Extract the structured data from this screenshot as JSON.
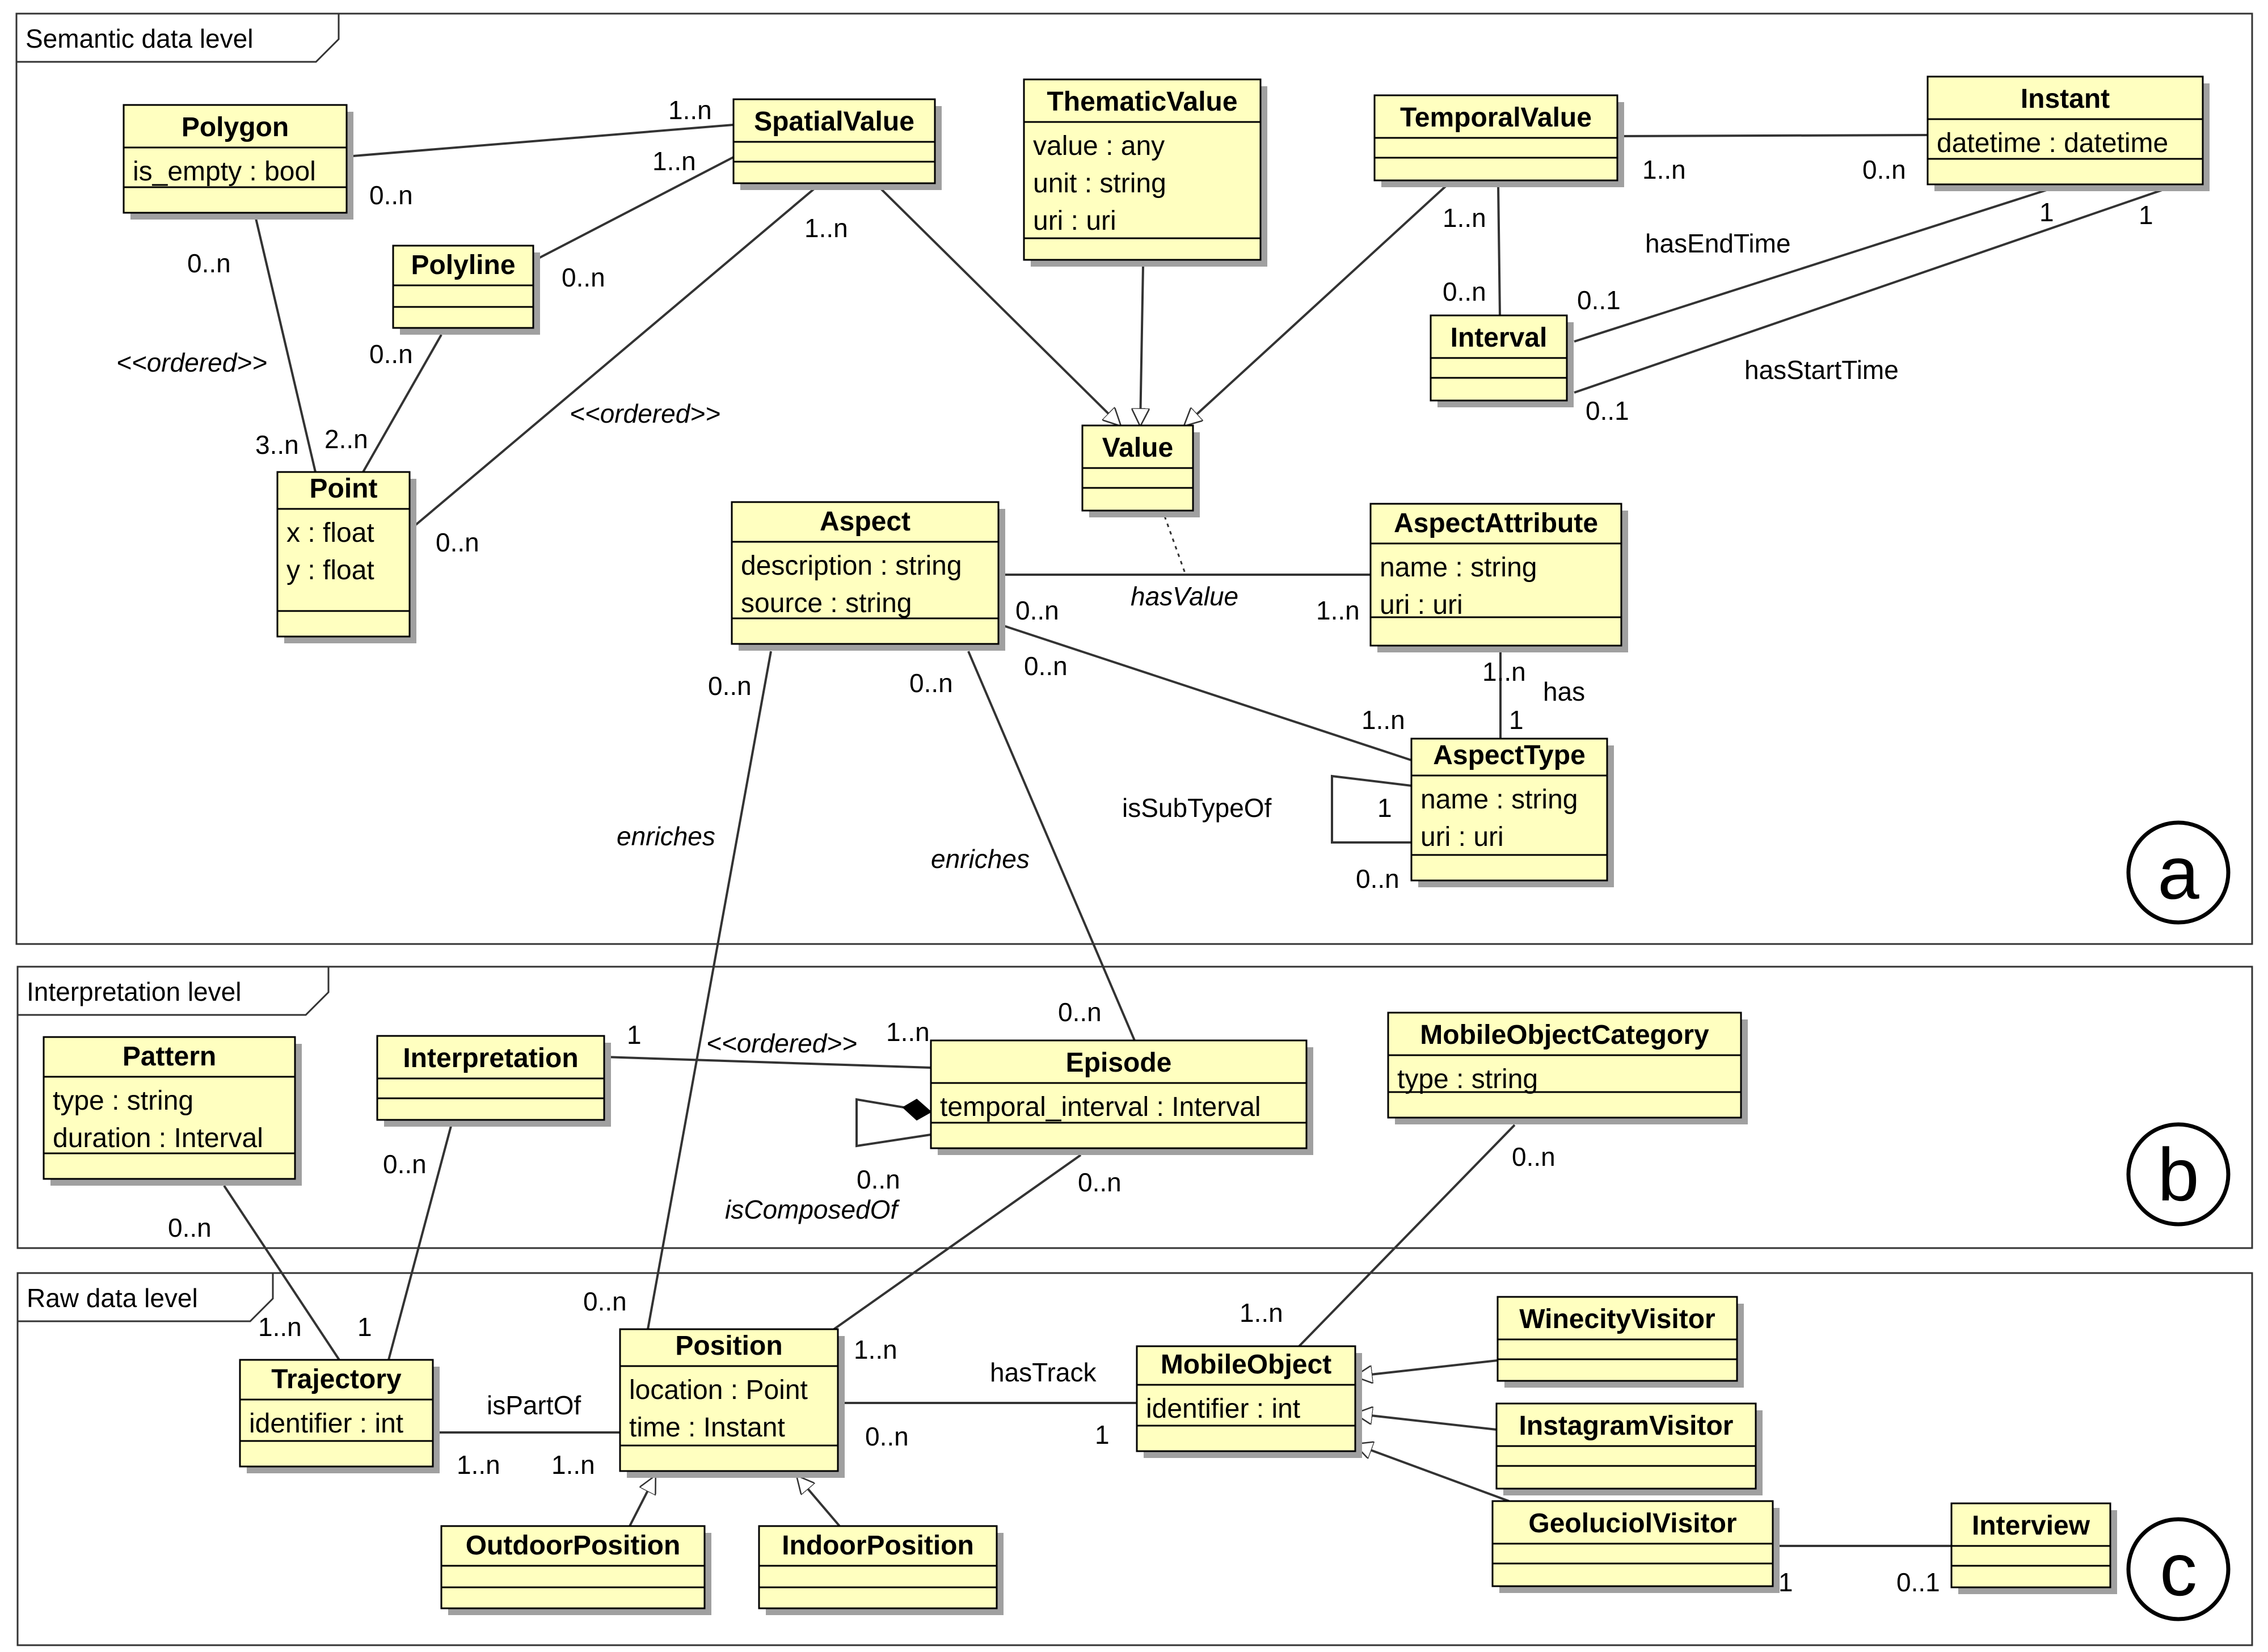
{
  "packages": {
    "semantic": "Semantic data level",
    "interpretation": "Interpretation level",
    "raw": "Raw data level"
  },
  "panel_markers": {
    "a": "a",
    "b": "b",
    "c": "c"
  },
  "classes": {
    "polygon": {
      "name": "Polygon",
      "attrs": [
        "is_empty : bool"
      ]
    },
    "spatialvalue": {
      "name": "SpatialValue",
      "attrs": []
    },
    "thematicvalue": {
      "name": "ThematicValue",
      "attrs": [
        "value : any",
        "unit : string",
        "uri : uri"
      ]
    },
    "temporalvalue": {
      "name": "TemporalValue",
      "attrs": []
    },
    "instant": {
      "name": "Instant",
      "attrs": [
        "datetime : datetime"
      ]
    },
    "polyline": {
      "name": "Polyline",
      "attrs": []
    },
    "interval": {
      "name": "Interval",
      "attrs": []
    },
    "value": {
      "name": "Value",
      "attrs": []
    },
    "point": {
      "name": "Point",
      "attrs": [
        "x : float",
        "y : float"
      ]
    },
    "aspect": {
      "name": "Aspect",
      "attrs": [
        "description : string",
        "source : string"
      ]
    },
    "aspectattribute": {
      "name": "AspectAttribute",
      "attrs": [
        "name : string",
        "uri : uri"
      ]
    },
    "aspecttype": {
      "name": "AspectType",
      "attrs": [
        "name : string",
        "uri : uri"
      ]
    },
    "pattern": {
      "name": "Pattern",
      "attrs": [
        "type : string",
        "duration : Interval"
      ]
    },
    "interpretation": {
      "name": "Interpretation",
      "attrs": []
    },
    "episode": {
      "name": "Episode",
      "attrs": [
        "temporal_interval : Interval"
      ]
    },
    "mobileobjectcategory": {
      "name": "MobileObjectCategory",
      "attrs": [
        "type : string"
      ]
    },
    "trajectory": {
      "name": "Trajectory",
      "attrs": [
        "identifier : int"
      ]
    },
    "position": {
      "name": "Position",
      "attrs": [
        "location : Point",
        "time : Instant"
      ]
    },
    "mobileobject": {
      "name": "MobileObject",
      "attrs": [
        "identifier : int"
      ]
    },
    "winecityvisitor": {
      "name": "WinecityVisitor",
      "attrs": []
    },
    "instagramvisitor": {
      "name": "InstagramVisitor",
      "attrs": []
    },
    "geoluciolevisitor": {
      "name": "GeoluciolVisitor",
      "attrs": []
    },
    "interview": {
      "name": "Interview",
      "attrs": []
    },
    "outdoorposition": {
      "name": "OutdoorPosition",
      "attrs": []
    },
    "indoorposition": {
      "name": "IndoorPosition",
      "attrs": []
    }
  },
  "assoc_names": {
    "hasEndTime": "hasEndTime",
    "hasStartTime": "hasStartTime",
    "hasValue": "hasValue",
    "has": "has",
    "isSubTypeOf": "isSubTypeOf",
    "enriches": "enriches",
    "ordered": "<<ordered>>",
    "isComposedOf": "isComposedOf",
    "isPartOf": "isPartOf",
    "hasTrack": "hasTrack"
  },
  "multiplicities": {
    "m_0n": "0..n",
    "m_1n": "1..n",
    "m_1": "1",
    "m_01": "0..1",
    "m_2n": "2..n",
    "m_3n": "3..n"
  },
  "colors": {
    "class_fill": "#ffffc0",
    "class_stroke": "#000000",
    "shadow": "#a0a0a0",
    "line": "#333333"
  }
}
